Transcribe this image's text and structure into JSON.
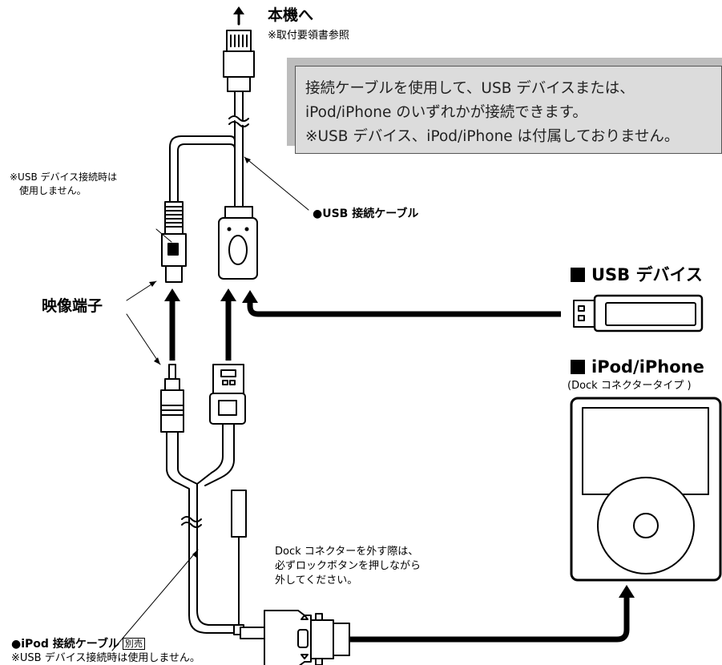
{
  "top_label": {
    "title": "本機へ",
    "note": "※取付要領書参照"
  },
  "info_box": {
    "line1": "接続ケーブルを使用して、USB デバイスまたは、",
    "line2": "iPod/iPhone のいずれかが接続できます。",
    "line3": "※USB デバイス、iPod/iPhone は付属しておりません。"
  },
  "video_note": {
    "line1": "※USB デバイス接続時は",
    "line2": "使用しません。"
  },
  "usb_cable_label": "●USB 接続ケーブル",
  "video_terminal_label": "映像端子",
  "usb_device_title": "USB デバイス",
  "ipod_title": "iPod/iPhone",
  "ipod_subtitle": "(Dock コネクタータイプ )",
  "dock_note": {
    "line1": "Dock コネクターを外す際は、",
    "line2": "必ずロックボタンを押しながら",
    "line3": "外してください。"
  },
  "ipod_cable": {
    "label": "●iPod 接続ケーブル",
    "badge": "別売",
    "note": "※USB デバイス接続時は使用しません。"
  },
  "colors": {
    "line": "#000000",
    "box_fill": "#dcdcdc",
    "box_shadow": "#bdbdbd",
    "device_fill": "#ffffff"
  }
}
